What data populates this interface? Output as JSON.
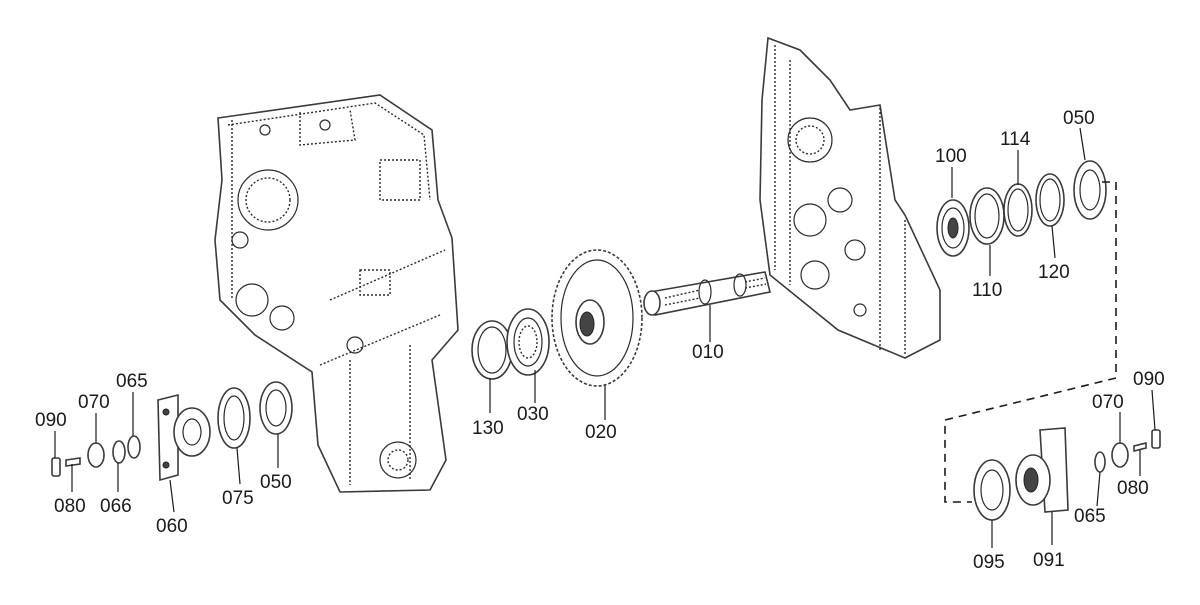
{
  "labels": {
    "p010": "010",
    "p020": "020",
    "p030": "030",
    "p130": "130",
    "p100": "100",
    "p114": "114",
    "p050_top": "050",
    "p110": "110",
    "p120": "120",
    "p065_left": "065",
    "p070_left": "070",
    "p090_left": "090",
    "p080_left": "080",
    "p066": "066",
    "p060": "060",
    "p075": "075",
    "p050_left": "050",
    "p090_right": "090",
    "p070_right": "070",
    "p080_right": "080",
    "p065_right": "065",
    "p095": "095",
    "p091": "091"
  }
}
